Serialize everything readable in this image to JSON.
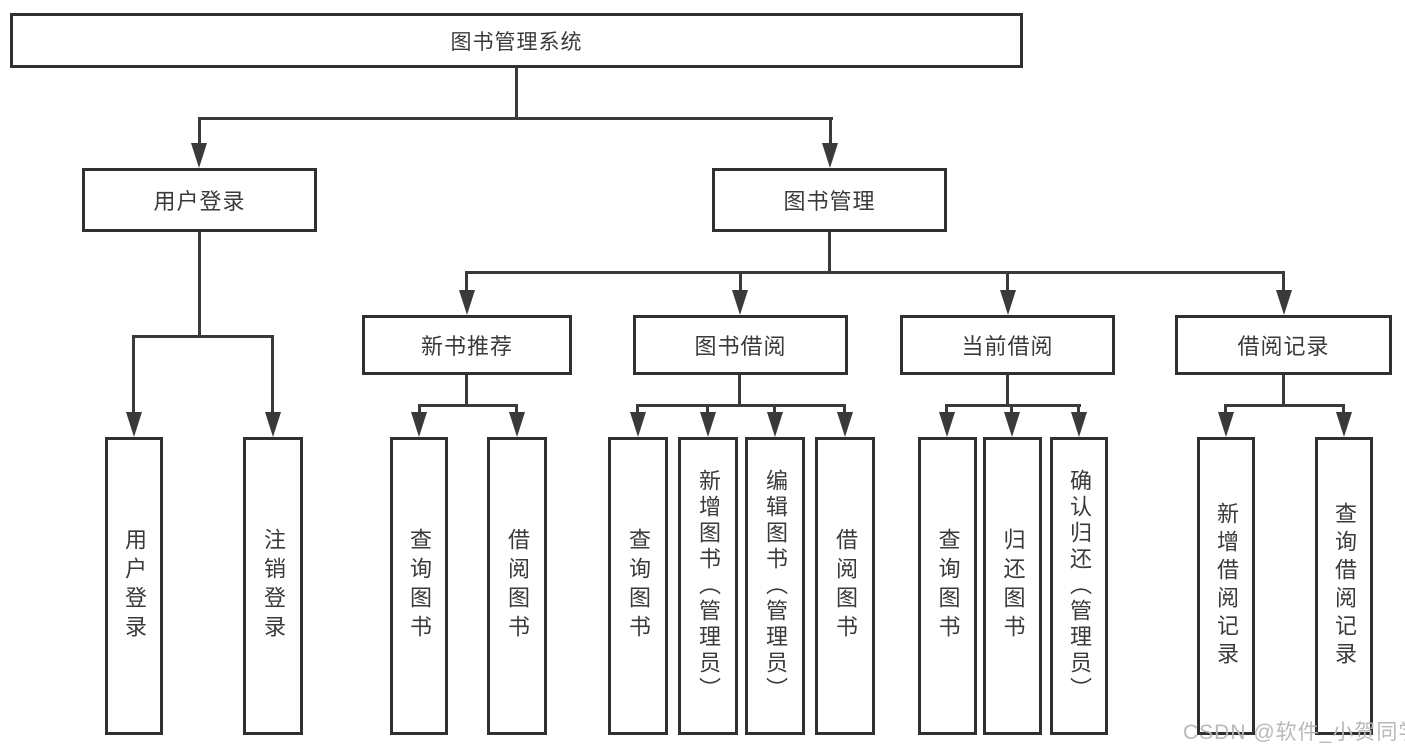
{
  "diagram": {
    "root": "图书管理系统",
    "level2": {
      "user_login": "用户登录",
      "book_mgmt": "图书管理"
    },
    "level3": {
      "new_books": "新书推荐",
      "book_borrow": "图书借阅",
      "current_borrow": "当前借阅",
      "borrow_records": "借阅记录"
    },
    "leaves": {
      "user_login": [
        "用户登录",
        "注销登录"
      ],
      "new_books": [
        "查询图书",
        "借阅图书"
      ],
      "book_borrow": [
        "查询图书",
        "新增图书（管理员）",
        "编辑图书（管理员）",
        "借阅图书"
      ],
      "current_borrow": [
        "查询图书",
        "归还图书",
        "确认归还（管理员）"
      ],
      "borrow_records": [
        "新增借阅记录",
        "查询借阅记录"
      ]
    }
  },
  "watermark": "CSDN @软件_小贺同学",
  "colors": {
    "line": "#3a3a3a",
    "box_border": "#303030",
    "text": "#3a3a3a",
    "watermark": "#b9b9b9"
  }
}
